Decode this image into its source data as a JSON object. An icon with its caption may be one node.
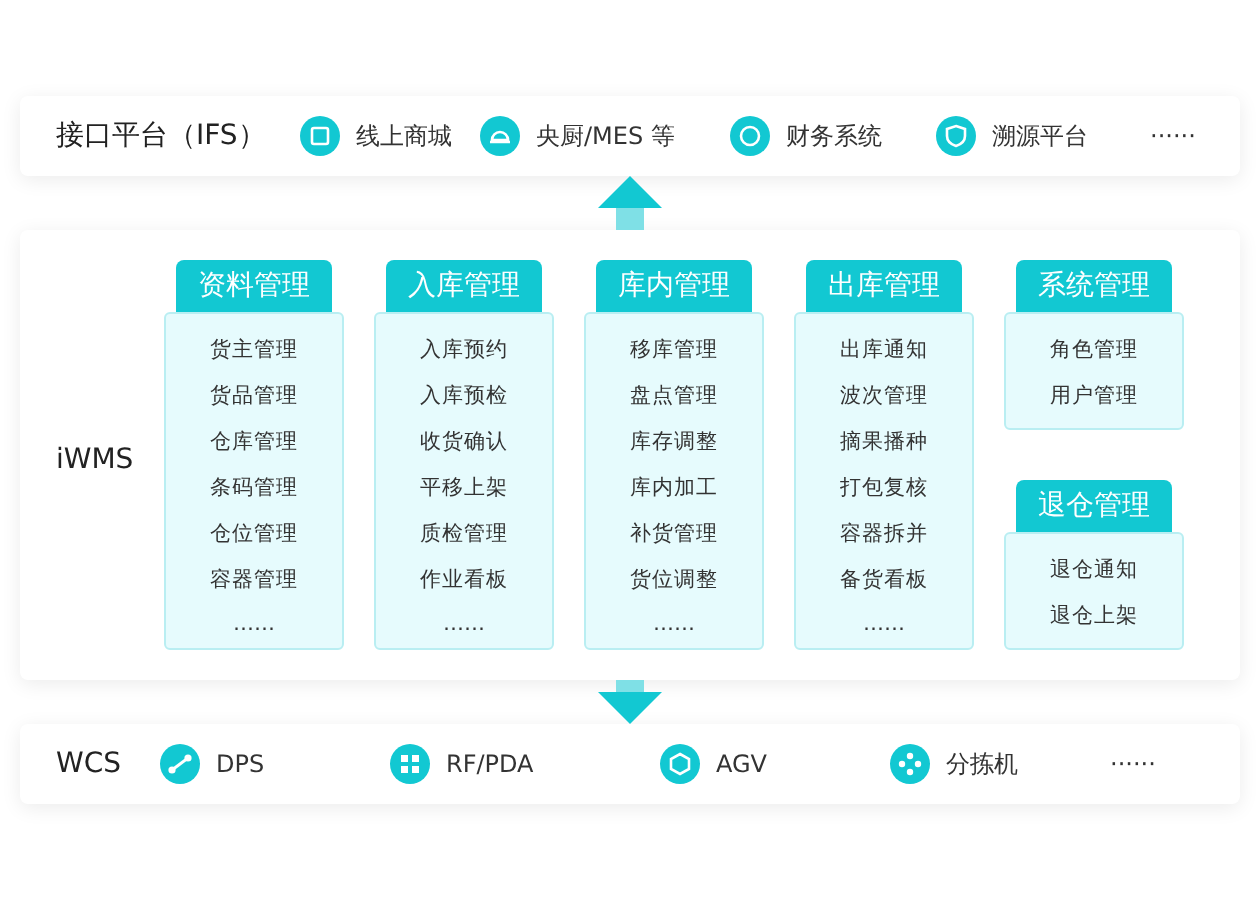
{
  "diagram": {
    "nodes": [
      {
        "text": [
          "接口平台（IFS）"
        ]
      },
      {
        "text": [
          "线上商城"
        ],
        "in": 0
      },
      {
        "text": [
          "央厨/MES 等"
        ],
        "in": 0
      },
      {
        "text": [
          "财务系统"
        ],
        "in": 0
      },
      {
        "text": [
          "溯源平台"
        ],
        "in": 0
      },
      {
        "text": [
          "······"
        ],
        "in": 0
      },
      {
        "text": [
          "iWMS"
        ]
      },
      {
        "text": [
          "资料管理",
          "货主管理",
          "货品管理",
          "仓库管理",
          "条码管理",
          "仓位管理",
          "容器管理",
          "……"
        ],
        "in": 6
      },
      {
        "text": [
          "入库管理",
          "入库预约",
          "入库预检",
          "收货确认",
          "平移上架",
          "质检管理",
          "作业看板",
          "……"
        ],
        "in": 6
      },
      {
        "text": [
          "库内管理",
          "移库管理",
          "盘点管理",
          "库存调整",
          "库内加工",
          "补货管理",
          "货位调整",
          "……"
        ],
        "in": 6
      },
      {
        "text": [
          "出库管理",
          "出库通知",
          "波次管理",
          "摘果播种",
          "打包复核",
          "容器拆并",
          "备货看板",
          "……"
        ],
        "in": 6
      },
      {
        "text": [
          "系统管理",
          "角色管理",
          "用户管理"
        ],
        "in": 6
      },
      {
        "text": [
          "退仓管理",
          "退仓通知",
          "退仓上架"
        ],
        "in": 6
      },
      {
        "text": [
          "WCS"
        ]
      },
      {
        "text": [
          "DPS"
        ],
        "in": 13
      },
      {
        "text": [
          "RF/PDA"
        ],
        "in": 13
      },
      {
        "text": [
          "AGV"
        ],
        "in": 13
      },
      {
        "text": [
          "分拣机"
        ],
        "in": 13
      },
      {
        "text": [
          "······"
        ],
        "in": 13
      }
    ],
    "edges": [
      {
        "from": 6,
        "to": 0,
        "arrow": "to"
      },
      {
        "from": 6,
        "to": 13,
        "arrow": "to"
      }
    ]
  }
}
